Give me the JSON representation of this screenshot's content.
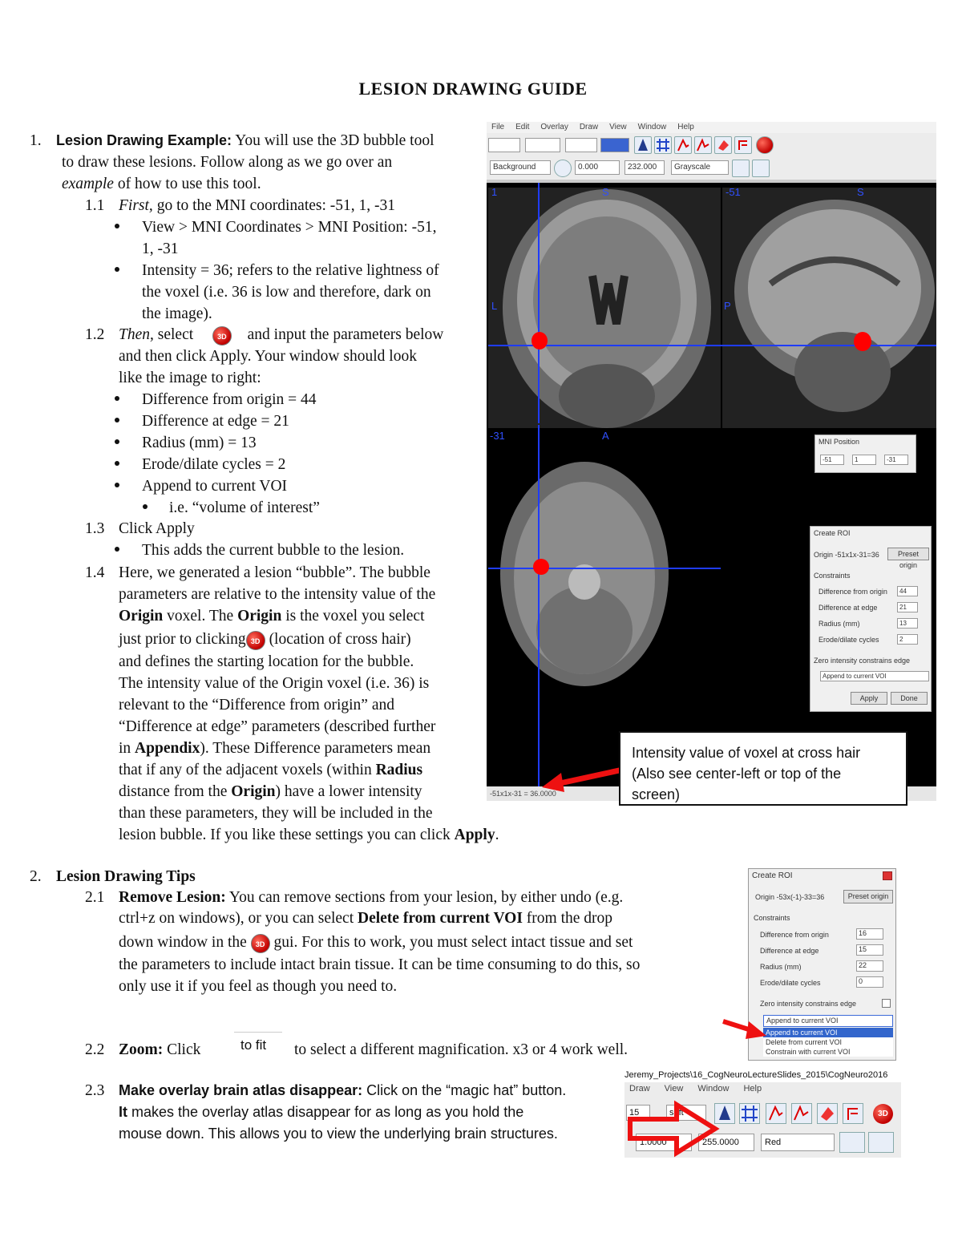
{
  "title": "LESION DRAWING GUIDE",
  "s1": {
    "num": "1.",
    "heading": "Lesion Drawing Example:",
    "l1": "You will use the 3D bubble tool",
    "l2": "to draw these lesions. Follow along as we go over an",
    "l3_ital": "example",
    "l3_rest": "of how to use this tool.",
    "s11_num": "1.1",
    "s11_ital": "First,",
    "s11_rest": "go to the MNI coordinates: -51, 1, -31",
    "b1_l1": "View > MNI Coordinates > MNI Position:  -51,",
    "b1_l2": "1, -31",
    "b2_l1": "Intensity = 36; refers to the relative lightness of",
    "b2_l2": "the voxel (i.e. 36 is low and therefore, dark on",
    "b2_l3": "the image).",
    "s12_num": "1.2",
    "s12_ital": "Then,",
    "s12_a": "select",
    "s12_b": "and input the parameters below",
    "s12_l2": "and then click Apply.  Your window should look",
    "s12_l3": "like the image to right:",
    "p1": "Difference from origin = 44",
    "p2": "Difference at edge = 21",
    "p3": "Radius (mm) = 13",
    "p4": "Erode/dilate cycles = 2",
    "p5": "Append to current VOI",
    "p5_sub": "i.e. “volume of interest”",
    "s13_num": "1.3",
    "s13": "Click Apply",
    "s13_b": "This adds the current bubble to the lesion.",
    "s14_num": "1.4",
    "s14_l1": "Here, we generated a lesion “bubble”. The bubble",
    "s14_l2": "parameters are relative to the intensity value of the",
    "s14_l3_b1": "Origin",
    "s14_l3_a": " voxel. The ",
    "s14_l3_b2": "Origin",
    "s14_l3_c": " is the voxel you select",
    "s14_l4_a": "just prior to clicking",
    "s14_l4_b": " (location of cross hair)",
    "s14_l5": "and defines the starting location for the bubble.",
    "s14_l6": "The intensity value of the Origin voxel (i.e. 36) is",
    "s14_l7": "relevant to the “Difference from origin” and",
    "s14_l8": "“Difference at edge” parameters (described further",
    "s14_l9_a": "in ",
    "s14_l9_b": "Appendix",
    "s14_l9_c": "). These Difference parameters mean",
    "s14_l10_a": "that if any of the adjacent voxels (within ",
    "s14_l10_b": "Radius",
    "s14_l11_a": "distance from the ",
    "s14_l11_b": "Origin",
    "s14_l11_c": ") have a lower intensity",
    "s14_l12": "than these parameters, they will be included in the",
    "s14_l13_a": "lesion bubble. If you like these settings you can click ",
    "s14_l13_b": "Apply",
    "s14_l13_c": "."
  },
  "callout": {
    "l1": "Intensity value of voxel at cross hair",
    "l2": "(Also see center-left or top of the",
    "l3": "screen)"
  },
  "screenshot": {
    "menu": [
      "File",
      "Edit",
      "Overlay",
      "Draw",
      "View",
      "Window",
      "Help"
    ],
    "bg_select": "Background",
    "min_val": "0.000",
    "max_val": "232.000",
    "colormap": "Grayscale",
    "labels": {
      "c_left": "L",
      "c_top": "S",
      "c_num": "1",
      "s_num": "-51",
      "s_top": "S",
      "s_left": "P",
      "a_num": "-31",
      "a_top": "A"
    },
    "mni": {
      "title": "MNI Position",
      "x": "-51",
      "y": "1",
      "z": "-31"
    },
    "roi": {
      "title": "Create ROI",
      "origin_row": "Origin -51x1x-31=36",
      "preset_btn": "Preset origin",
      "constraints": "Constraints",
      "r1": "Difference from origin",
      "v1": "44",
      "r2": "Difference at edge",
      "v2": "21",
      "r3": "Radius (mm)",
      "v3": "13",
      "r4": "Erode/dilate cycles",
      "v4": "2",
      "r5": "Zero intensity constrains edge",
      "mode": "Append to current VOI",
      "apply": "Apply",
      "done": "Done"
    },
    "status": "-51x1x-31 = 36.0000"
  },
  "s2": {
    "num": "2.",
    "heading": "Lesion Drawing Tips",
    "s21_num": "2.1",
    "s21_b": "Remove Lesion:",
    "s21_l1": " You can remove sections from your lesion, by either undo (e.g.",
    "s21_l2_a": "ctrl+z on windows), or you can select ",
    "s21_l2_b": "Delete from current VOI",
    "s21_l2_c": " from the drop",
    "s21_l3_a": "down window in the",
    "s21_l3_b": " gui. For this to work, you must select intact tissue and set",
    "s21_l4": "the parameters to include intact brain tissue. It can be time consuming to do this, so",
    "s21_l5": "only use it if you feel as though you need to.",
    "s22_num": "2.2",
    "s22_b": "Zoom:",
    "s22_a": " Click",
    "s22_btn": "to fit",
    "s22_c": "to select a different magnification. x3 or 4 work well.",
    "s23_num": "2.3",
    "s23_b": "Make overlay brain atlas disappear:",
    "s23_l1": " Click on the “magic hat” button.",
    "s23_l2_b": "It",
    "s23_l2": " makes the overlay atlas disappear for as long as you hold the",
    "s23_l3": "mouse down. This allows you to view the underlying brain structures."
  },
  "dlg2": {
    "title": "Create ROI",
    "origin_row": "Origin -53x(-1)-33=36",
    "preset_btn": "Preset origin",
    "constraints": "Constraints",
    "r1": "Difference from origin",
    "v1": "16",
    "r2": "Difference at edge",
    "v2": "15",
    "r3": "Radius (mm)",
    "v3": "22",
    "r4": "Erode/dilate cycles",
    "v4": "0",
    "r5": "Zero intensity constrains edge",
    "opt1": "Append to current VOI",
    "opt2": "Append to current VOI",
    "opt3": "Delete from current VOI",
    "opt4": "Constrain with current VOI"
  },
  "bar3": {
    "path": "Jeremy_Projects\\16_CogNeuroLectureSlides_2015\\CogNeuro2016",
    "menu": [
      "Draw",
      "View",
      "Window",
      "Help"
    ],
    "field1": "15",
    "field2": "soft",
    "field3": "1.0000",
    "field4": "255.0000",
    "colormap": "Red"
  }
}
